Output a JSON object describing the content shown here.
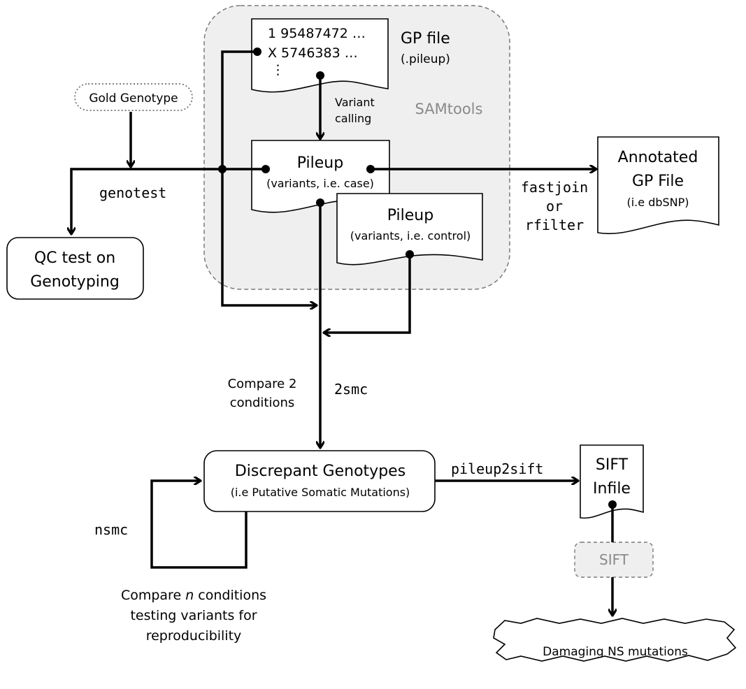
{
  "gp_file": {
    "rows": [
      "1  95487472 …",
      "X  5746383 …",
      "⋮"
    ],
    "title": "GP file",
    "subtitle": "(.pileup)"
  },
  "samtools": "SAMtools",
  "variant_calling": [
    "Variant",
    "calling"
  ],
  "gold_genotype": "Gold Genotype",
  "genotest": "genotest",
  "qc_test": [
    "QC test on",
    "Genotyping"
  ],
  "pileup_case": {
    "title": "Pileup",
    "subtitle": "(variants, i.e. case)"
  },
  "pileup_control": {
    "title": "Pileup",
    "subtitle": "(variants, i.e. control)"
  },
  "annotate_tools": [
    "fastjoin",
    "or",
    "rfilter"
  ],
  "annotated_file": {
    "title": [
      "Annotated",
      "GP File"
    ],
    "subtitle": "(i.e dbSNP)"
  },
  "compare_two": [
    "Compare 2",
    "conditions"
  ],
  "twosmc": "2smc",
  "discrepant": {
    "title": "Discrepant Genotypes",
    "subtitle": "(i.e Putative Somatic Mutations)"
  },
  "pileup2sift": "pileup2sift",
  "sift_infile": [
    "SIFT",
    "Infile"
  ],
  "sift": "SIFT",
  "nsmc": "nsmc",
  "compare_n": {
    "prefix": "Compare ",
    "n": "n",
    "suffix": " conditions",
    "line2": "testing variants for",
    "line3": "reproducibility"
  },
  "damaging": "Damaging NS mutations"
}
